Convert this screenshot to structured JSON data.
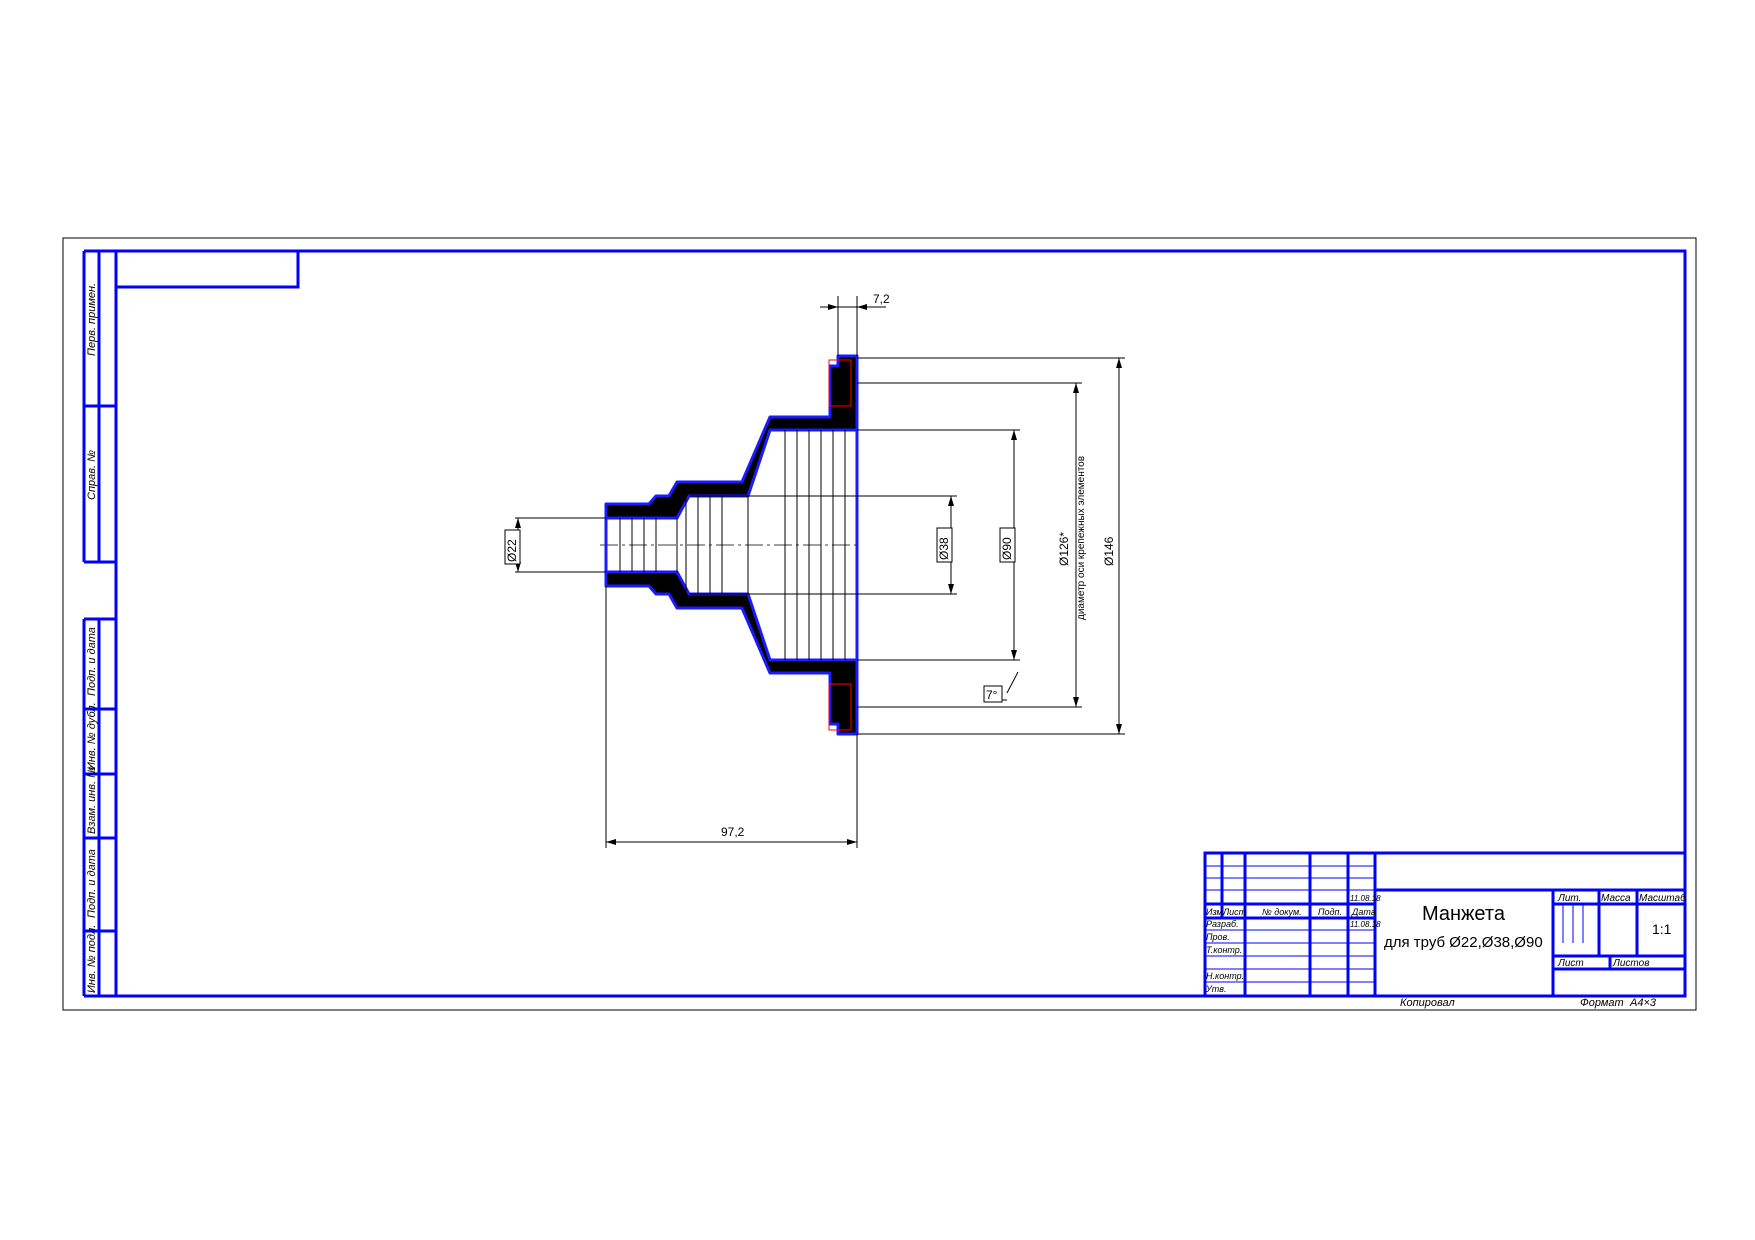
{
  "drawing": {
    "dimensions": {
      "flange_thickness": "7,2",
      "d22": "Ø22",
      "d38": "Ø38",
      "d90": "Ø90",
      "d126": "Ø126*",
      "d126_note": "диаметр оси крепежных элементов",
      "d146": "Ø146",
      "angle": "7°",
      "length": "97,2"
    }
  },
  "side_stamp": {
    "perv_primen": "Перв. примен.",
    "sprav_no": "Справ. №",
    "podp_data_1": "Подп. и дата",
    "inv_no_dubl": "Инв. № дубл.",
    "vzam_inv_no": "Взам. инв. №",
    "podp_data_2": "Подп. и дата",
    "inv_no_podl": "Инв. № подл."
  },
  "title_block": {
    "title": "Манжета",
    "subtitle": "для труб Ø22,Ø38,Ø90",
    "izm": "Изм.",
    "list": "Лист",
    "doc_no": "№ докум.",
    "podp": "Подп.",
    "data": "Дата",
    "razrab": "Разраб.",
    "prov": "Пров.",
    "t_kontr": "Т.контр.",
    "n_kontr": "Н.контр.",
    "utv": "Утв.",
    "lit": "Лит.",
    "massa": "Масса",
    "masshtab": "Масштаб",
    "scale": "1:1",
    "sheet": "Лист",
    "sheets": "Листов",
    "dates": [
      "11.08.18",
      "11.08.18"
    ],
    "kopiroval": "Копировал",
    "format_label": "Формат",
    "format": "А4×3"
  },
  "colors": {
    "frame": "#0000ff",
    "outline": "#1a1aff",
    "section_fill": "#000000",
    "hidden": "#ff0000"
  }
}
